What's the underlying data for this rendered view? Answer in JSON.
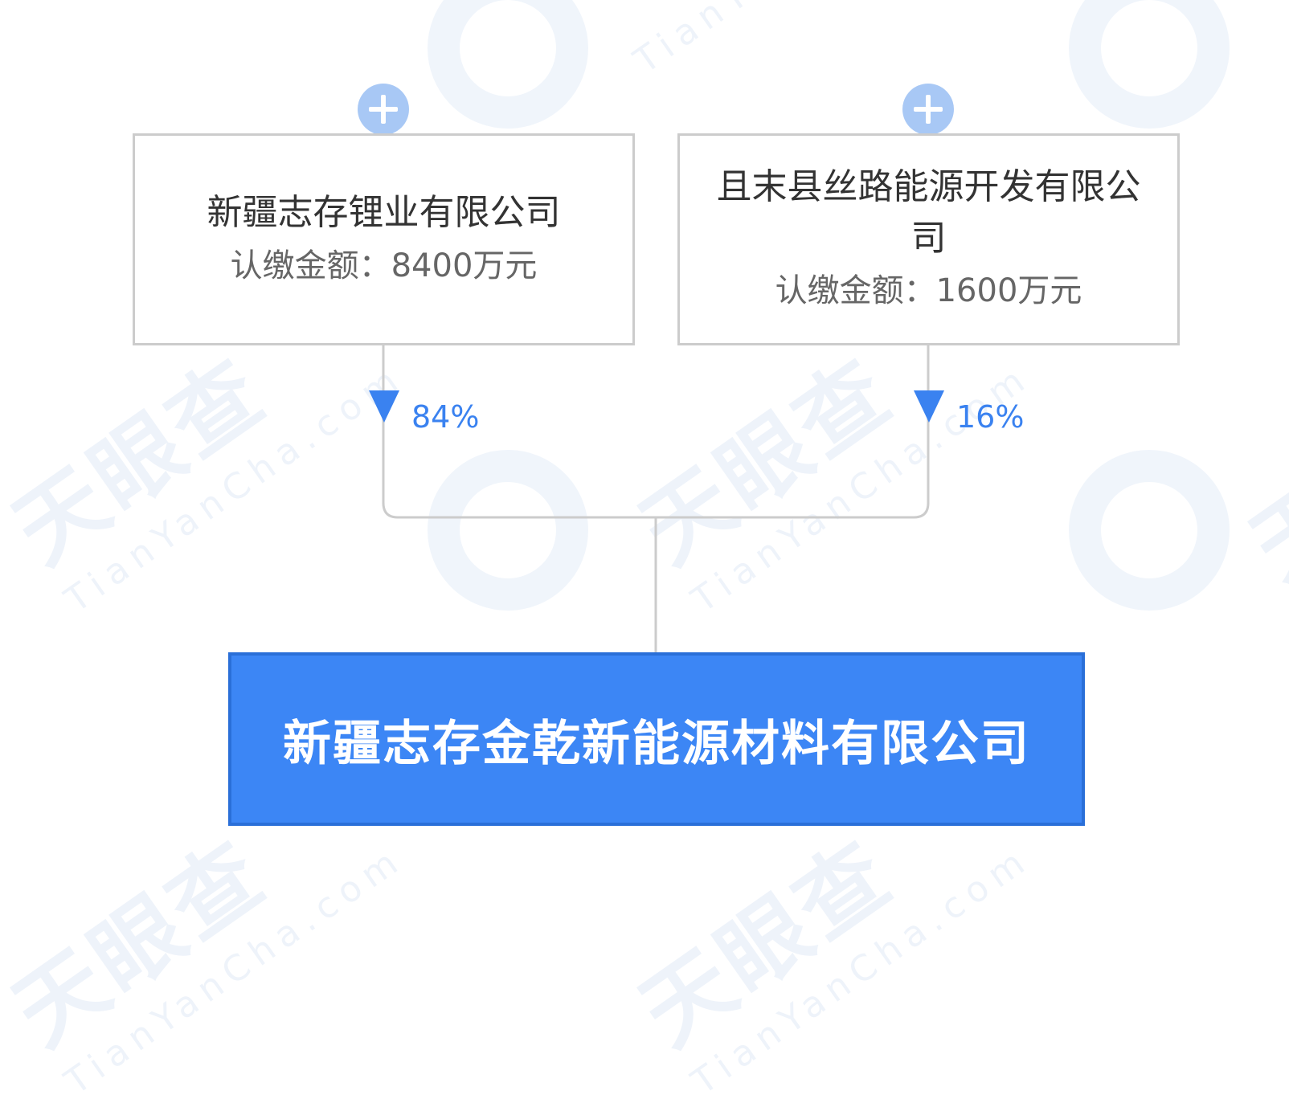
{
  "watermark": {
    "text": "天眼查",
    "sub": "TianYanCha.com"
  },
  "shareholders": [
    {
      "name": "新疆志存锂业有限公司",
      "amount": "认缴金额：8400万元",
      "percent": "84%"
    },
    {
      "name": "且末县丝路能源开发有限公司",
      "amount": "认缴金额：1600万元",
      "percent": "16%"
    }
  ],
  "company": {
    "name": "新疆志存金乾新能源材料有限公司"
  },
  "colors": {
    "accent": "#3a82f0",
    "target_bg": "#3c86f5",
    "plus_bg": "#a8c8f5",
    "line": "#cccccc"
  }
}
